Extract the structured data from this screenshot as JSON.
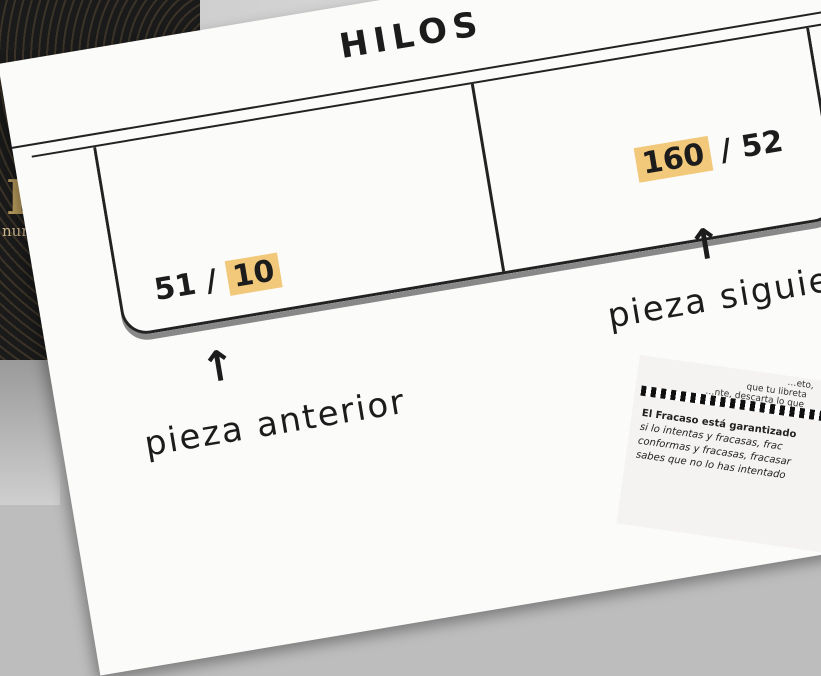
{
  "cover": {
    "letter": "L",
    "subtitle": "nunde"
  },
  "sheet": {
    "title": "HILOS",
    "left_value_a": "51",
    "left_value_sep": " / ",
    "left_value_b": "10",
    "right_value_a": "160",
    "right_value_sep": " / ",
    "right_value_b": "52",
    "arrow_left": "↑",
    "arrow_right": "↑",
    "caption_left": "pieza anterior",
    "caption_right": "pieza siguiente"
  },
  "snippet": {
    "top_text_1": "…eto,",
    "top_text_2": "que tu libreta",
    "top_text_3": "…nte, descarta lo que",
    "line1": "El Fracaso está garantizado",
    "line2": "si lo intentas y fracasas, frac",
    "line3": "conformas y fracasas, fracasar",
    "line4": "sabes que no lo has intentado"
  },
  "colors": {
    "highlight": "#f2c87a",
    "ink": "#1c1c1c",
    "paper": "#fbfbfa"
  }
}
